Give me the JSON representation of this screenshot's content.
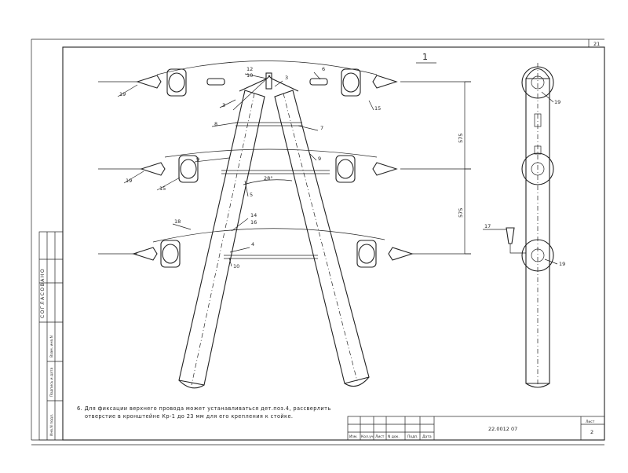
{
  "sheet": {
    "corner_number": "21",
    "view_label": "1",
    "dimensions": [
      "575",
      "575"
    ],
    "angle": "28°",
    "note_line1": "6. Для фиксации верхнего провода может устанавливаться дет.поз.4, рассверлить",
    "note_line2": "отверстие в кронштейне Кр-1 до 23 мм для его крепления к стойке.",
    "doc_number": "22.0012 07",
    "sheet_header": "Лист",
    "sheet_number": "2",
    "title_columns": [
      "Изм.",
      "Кол.уч",
      "Лист",
      "N док.",
      "Подп.",
      "Дата"
    ],
    "left_strip": [
      "СОГЛАСОВАНО",
      "Взам. инв.N",
      "Подпись и дата",
      "Инв.N подл."
    ]
  },
  "callouts": {
    "c1": "19",
    "c2": "12",
    "c3": "10",
    "c4": "3",
    "c5": "3",
    "c6": "6",
    "c7": "15",
    "c8": "8",
    "c9": "7",
    "c10": "9",
    "c11": "9",
    "c12": "19",
    "c13": "15",
    "c14": "5",
    "c15": "14",
    "c16": "16",
    "c17": "18",
    "c18": "4",
    "c19": "10",
    "c20": "19",
    "c21": "17",
    "c22": "19"
  }
}
